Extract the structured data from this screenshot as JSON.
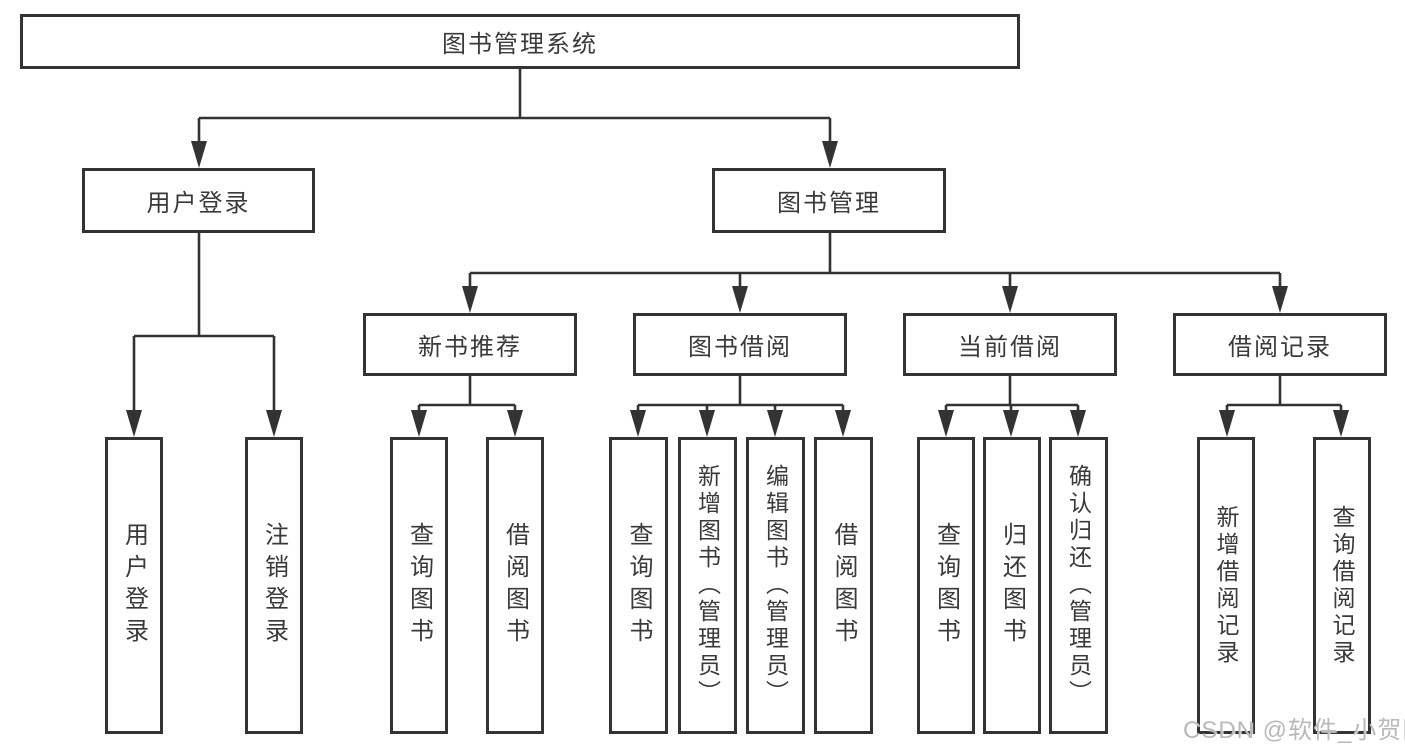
{
  "nodes": {
    "root": "图书管理系统",
    "user_login": "用户登录",
    "book_mgmt": "图书管理",
    "new_book_rec": "新书推荐",
    "book_borrow": "图书借阅",
    "current_borrow": "当前借阅",
    "borrow_record": "借阅记录",
    "leaf_user_login": "用户登录",
    "leaf_logout": "注销登录",
    "leaf_query_book_a": "查询图书",
    "leaf_borrow_book_a": "借阅图书",
    "leaf_query_book_b": "查询图书",
    "leaf_add_book_admin": "新增图书（管理员）",
    "leaf_edit_book_admin": "编辑图书（管理员）",
    "leaf_borrow_book_b": "借阅图书",
    "leaf_query_book_c": "查询图书",
    "leaf_return_book": "归还图书",
    "leaf_confirm_return_admin": "确认归还（管理员）",
    "leaf_add_borrow_record": "新增借阅记录",
    "leaf_query_borrow_record": "查询借阅记录"
  },
  "hierarchy": {
    "图书管理系统": {
      "用户登录": [
        "用户登录",
        "注销登录"
      ],
      "图书管理": {
        "新书推荐": [
          "查询图书",
          "借阅图书"
        ],
        "图书借阅": [
          "查询图书",
          "新增图书（管理员）",
          "编辑图书（管理员）",
          "借阅图书"
        ],
        "当前借阅": [
          "查询图书",
          "归还图书",
          "确认归还（管理员）"
        ],
        "借阅记录": [
          "新增借阅记录",
          "查询借阅记录"
        ]
      }
    }
  },
  "watermark": "CSDN @软件_小贺同学",
  "colors": {
    "line": "#333333",
    "text": "#3a3a3a",
    "box_background": "#ffffff",
    "watermark": "#b7babd"
  }
}
